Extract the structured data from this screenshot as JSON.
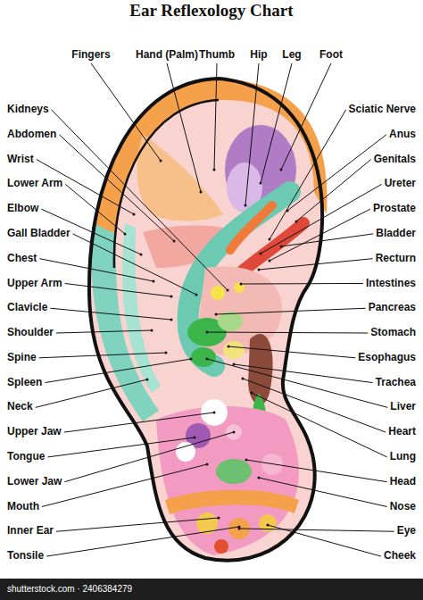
{
  "diagram": {
    "title": "Ear Reflexology Chart",
    "labels": [
      "Fingers",
      "Hand (Palm)",
      "Thumb",
      "Hip",
      "Leg",
      "Foot",
      "Kidneys",
      "Abdomen",
      "Wrist",
      "Lower Arm",
      "Elbow",
      "Gall Bladder",
      "Chest",
      "Upper Arm",
      "Clavicle",
      "Shoulder",
      "Spine",
      "Spleen",
      "Neck",
      "Upper Jaw",
      "Tongue",
      "Lower Jaw",
      "Mouth",
      "Inner Ear",
      "Tonsile",
      "Sciatic Nerve",
      "Anus",
      "Genitals",
      "Ureter",
      "Prostate",
      "Bladder",
      "Recturn",
      "Intestines",
      "Pancreas",
      "Stomach",
      "Esophagus",
      "Trachea",
      "Liver",
      "Heart",
      "Lung",
      "Head",
      "Nose",
      "Eye",
      "Cheek",
      "shutterstock.com · 2406384279"
    ]
  }
}
